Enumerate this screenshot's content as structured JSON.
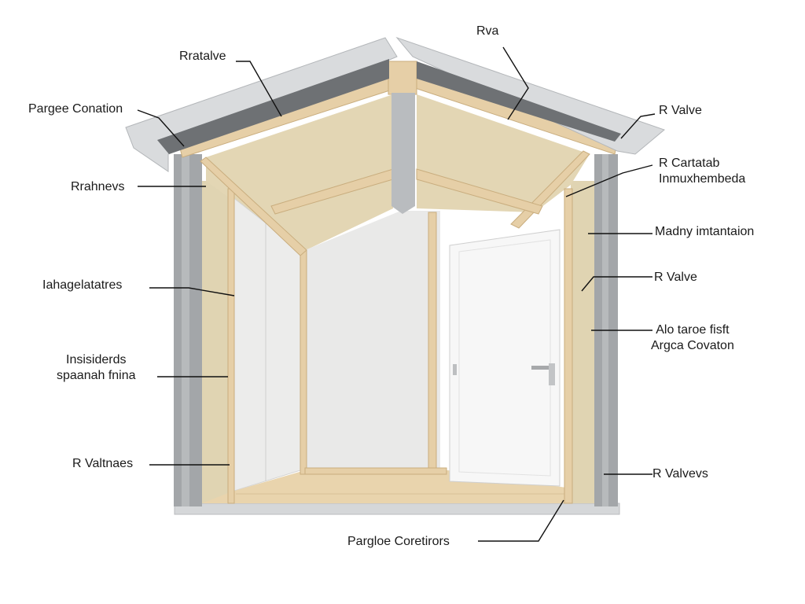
{
  "labels": {
    "top": "Rva",
    "top_left": "Rratalve",
    "purge_conation": "Pargee Conation",
    "r_valve_right": "R Valve",
    "r_cartatab": "R Cartatab",
    "inmuxhembeda": "Inmuxhembeda",
    "rrahnevs": "Rrahnevs",
    "madny": "Madny imtantaion",
    "haiagelatatres": "Iahagelatatres",
    "r_valve_mid": "R Valve",
    "insisiderds": "Insisiderds",
    "spaanah_fnina": "spaanah fnina",
    "alo_taroe": "Alo taroe fisft",
    "argca_covaton": "Argca Covaton",
    "r_valtnaes": "R Valtnaes",
    "r_valvevs": "R Valvevs",
    "bottom": "Pargloe Coretirors"
  },
  "colors": {
    "roof_trim": "#d7d9db",
    "timber": "#e6cfa7",
    "insulation": "#e2d7b8",
    "drywall": "#ebebea",
    "concrete": "#9fa2a5",
    "door": "#f6f6f6",
    "floor": "#e8d2aa"
  }
}
